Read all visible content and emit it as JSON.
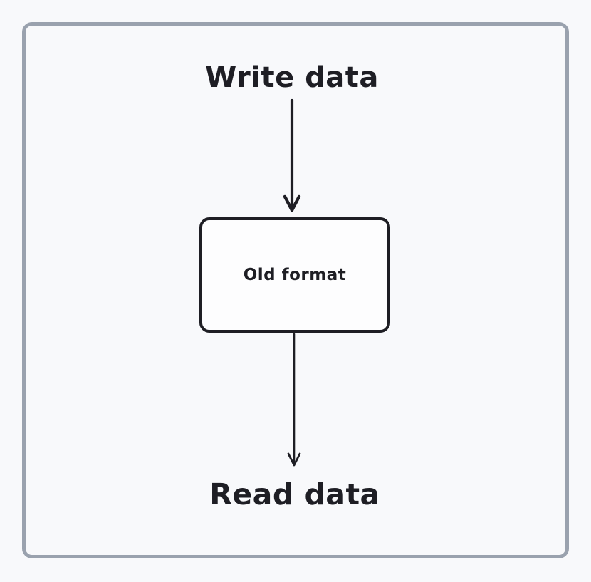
{
  "diagram": {
    "input_label": "Write data",
    "node_label": "Old format",
    "output_label": "Read data",
    "arrows": [
      {
        "name": "arrow-write-to-node",
        "direction": "down"
      },
      {
        "name": "arrow-node-to-read",
        "direction": "down"
      }
    ]
  },
  "colors": {
    "ink": "#1e1e24",
    "frame_border": "#9aa2ae",
    "background": "#f8f9fb",
    "node_fill": "#fdfdfe"
  }
}
